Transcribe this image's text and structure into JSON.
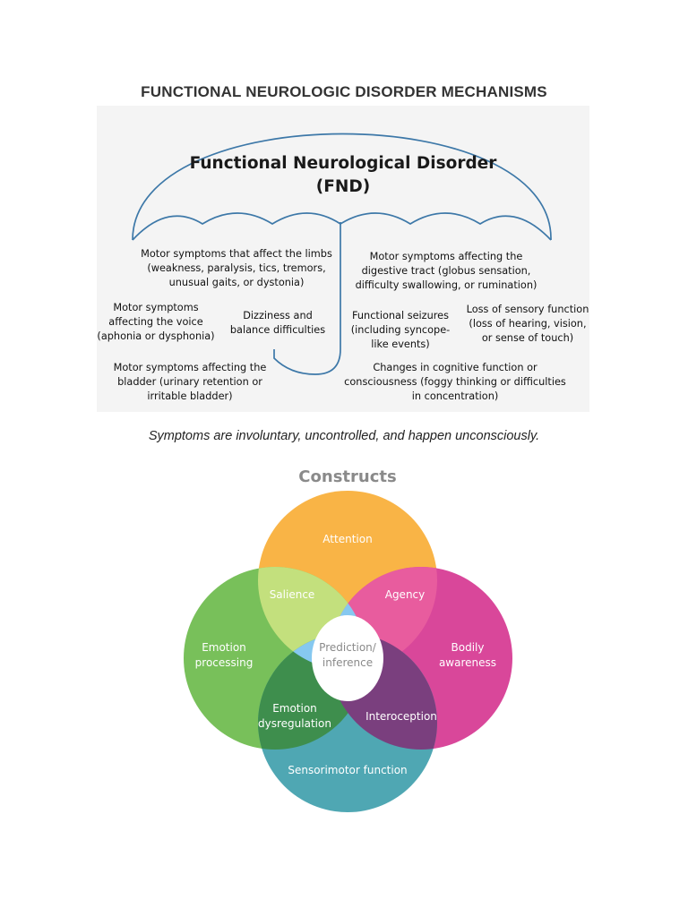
{
  "page_title": "FUNCTIONAL NEUROLOGIC DISORDER MECHANISMS",
  "fnd": {
    "title_line1": "Functional Neurological Disorder",
    "title_line2": "(FND)",
    "symptoms": {
      "limbs": "Motor symptoms that affect the limbs\n(weakness, paralysis, tics, tremors,\nunusual gaits, or dystonia)",
      "digestive": "Motor symptoms affecting the\ndigestive tract (globus sensation,\ndifficulty swallowing, or rumination)",
      "voice": "Motor symptoms\naffecting the voice\n(aphonia or dysphonia)",
      "dizziness": "Dizziness and\nbalance difficulties",
      "seizures": "Functional seizures\n(including syncope-\nlike events)",
      "sensory": "Loss of sensory function\n(loss of hearing, vision,\nor sense of touch)",
      "bladder": "Motor symptoms affecting the\nbladder (urinary retention or\nirritable bladder)",
      "cognitive": "Changes in cognitive function or\nconsciousness (foggy thinking or difficulties\nin concentration)"
    }
  },
  "caption": "Symptoms are involuntary, uncontrolled, and happen unconsciously.",
  "venn": {
    "title": "Constructs",
    "circles": {
      "attention": "Attention",
      "emotion_processing_1": "Emotion",
      "emotion_processing_2": "processing",
      "bodily_awareness_1": "Bodily",
      "bodily_awareness_2": "awareness",
      "sensorimotor": "Sensorimotor function"
    },
    "overlaps": {
      "salience": "Salience",
      "agency": "Agency",
      "emotion_dysregulation_1": "Emotion",
      "emotion_dysregulation_2": "dysregulation",
      "interoception": "Interoception",
      "center_1": "Prediction/",
      "center_2": "inference"
    },
    "colors": {
      "attention": "#f9b446",
      "emotion": "#78c05a",
      "bodily": "#d9479a",
      "sensorimotor": "#4fa7b3",
      "salience": "#c3e07d",
      "agency": "#e85c9e",
      "emotion_dysregulation": "#3e8e4d",
      "interoception": "#7a3f7e",
      "inner": "#86c8f0",
      "center": "#ffffff"
    }
  }
}
